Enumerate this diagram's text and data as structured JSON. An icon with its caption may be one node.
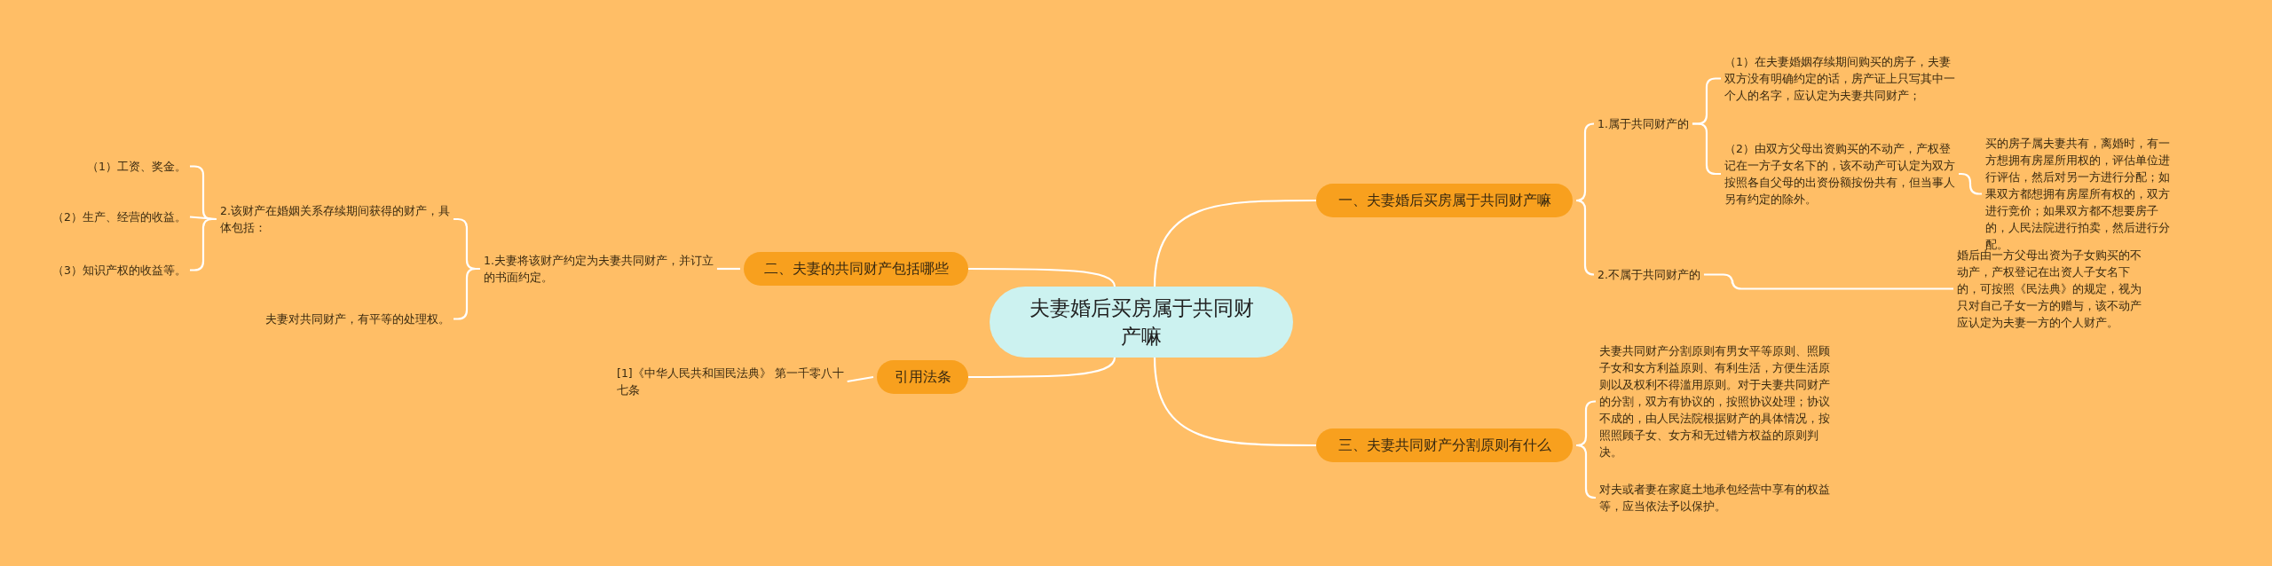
{
  "diagram": {
    "nodes": [
      {
        "text": [
          "夫妻婚后买房属于共同财产嘛"
        ]
      },
      {
        "text": [
          "一、夫妻婚后买房属于共同财产嘛"
        ]
      },
      {
        "text": [
          "1.属于共同财产的"
        ]
      },
      {
        "text": [
          "（1）在夫妻婚姻存续期间购买的房子，夫妻双方没有明确约定的话，房产证上只写其中一个人的名字，应认定为夫妻共同财产；"
        ]
      },
      {
        "text": [
          "（2）由双方父母出资购买的不动产，产权登记在一方子女名下的，该不动产可认定为双方按照各自父母的出资份额按份共有，但当事人另有约定的除外。"
        ]
      },
      {
        "text": [
          "买的房子属夫妻共有，离婚时，有一方想拥有房屋所用权的，评估单位进行评估，然后对另一方进行分配；如果双方都想拥有房屋所有权的，双方进行竞价；如果双方都不想要房子的，人民法院进行拍卖，然后进行分配。"
        ]
      },
      {
        "text": [
          "2.不属于共同财产的"
        ]
      },
      {
        "text": [
          "婚后由一方父母出资为子女购买的不动产，产权登记在出资人子女名下的，可按照《民法典》的规定，视为只对自己子女一方的赠与，该不动产应认定为夫妻一方的个人财产。"
        ]
      },
      {
        "text": [
          "三、夫妻共同财产分割原则有什么"
        ]
      },
      {
        "text": [
          "夫妻共同财产分割原则有男女平等原则、照顾子女和女方利益原则、有利生活，方便生活原则以及权利不得滥用原则。对于夫妻共同财产的分割，双方有协议的，按照协议处理；协议不成的，由人民法院根据财产的具体情况，按照照顾子女、女方和无过错方权益的原则判决。"
        ]
      },
      {
        "text": [
          "对夫或者妻在家庭土地承包经营中享有的权益等，应当依法予以保护。"
        ]
      },
      {
        "text": [
          "二、夫妻的共同财产包括哪些"
        ]
      },
      {
        "text": [
          "1.夫妻将该财产约定为夫妻共同财产，并订立的书面约定。"
        ]
      },
      {
        "text": [
          "2.该财产在婚姻关系存续期间获得的财产，具体包括："
        ]
      },
      {
        "text": [
          "（1）工资、奖金。"
        ]
      },
      {
        "text": [
          "（2）生产、经营的收益。"
        ]
      },
      {
        "text": [
          "（3）知识产权的收益等。"
        ]
      },
      {
        "text": [
          "夫妻对共同财产，有平等的处理权。"
        ]
      },
      {
        "text": [
          "引用法条"
        ]
      },
      {
        "text": [
          "[1]《中华人民共和国民法典》 第一千零八十七条"
        ]
      }
    ],
    "edges": [
      {
        "from": 0,
        "to": 1,
        "arrow": "none"
      },
      {
        "from": 1,
        "to": 2,
        "arrow": "none"
      },
      {
        "from": 2,
        "to": 3,
        "arrow": "none"
      },
      {
        "from": 2,
        "to": 4,
        "arrow": "none"
      },
      {
        "from": 4,
        "to": 5,
        "arrow": "none"
      },
      {
        "from": 1,
        "to": 6,
        "arrow": "none"
      },
      {
        "from": 6,
        "to": 7,
        "arrow": "none"
      },
      {
        "from": 0,
        "to": 8,
        "arrow": "none"
      },
      {
        "from": 8,
        "to": 9,
        "arrow": "none"
      },
      {
        "from": 8,
        "to": 10,
        "arrow": "none"
      },
      {
        "from": 0,
        "to": 11,
        "arrow": "none"
      },
      {
        "from": 11,
        "to": 12,
        "arrow": "none"
      },
      {
        "from": 12,
        "to": 13,
        "arrow": "none"
      },
      {
        "from": 13,
        "to": 14,
        "arrow": "none"
      },
      {
        "from": 13,
        "to": 15,
        "arrow": "none"
      },
      {
        "from": 13,
        "to": 16,
        "arrow": "none"
      },
      {
        "from": 12,
        "to": 17,
        "arrow": "none"
      },
      {
        "from": 0,
        "to": 18,
        "arrow": "none"
      },
      {
        "from": 18,
        "to": 19,
        "arrow": "none"
      }
    ]
  }
}
